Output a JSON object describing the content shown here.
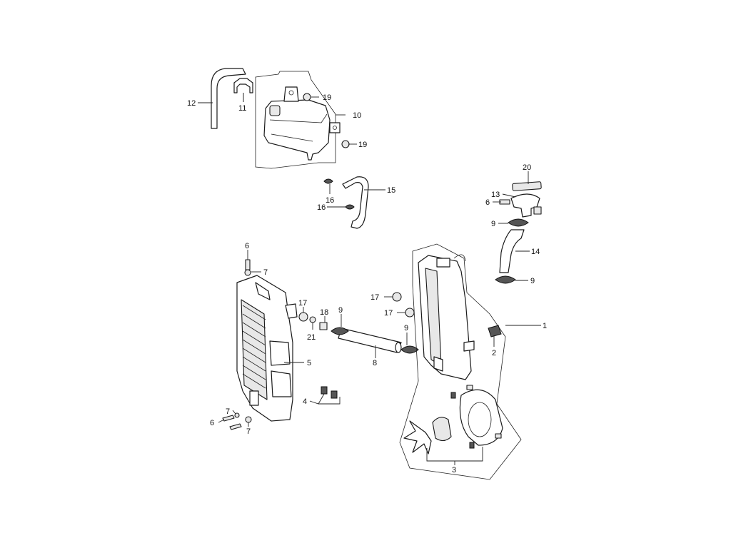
{
  "callouts": [
    {
      "id": "c12",
      "text": "12"
    },
    {
      "id": "c11",
      "text": "11"
    },
    {
      "id": "c19a",
      "text": "19"
    },
    {
      "id": "c10",
      "text": "10"
    },
    {
      "id": "c19b",
      "text": "19"
    },
    {
      "id": "c15",
      "text": "15"
    },
    {
      "id": "c16a",
      "text": "16"
    },
    {
      "id": "c16b",
      "text": "16"
    },
    {
      "id": "c20",
      "text": "20"
    },
    {
      "id": "c13",
      "text": "13"
    },
    {
      "id": "c6a",
      "text": "6"
    },
    {
      "id": "c9a",
      "text": "9"
    },
    {
      "id": "c14",
      "text": "14"
    },
    {
      "id": "c9b",
      "text": "9"
    },
    {
      "id": "c6b",
      "text": "6"
    },
    {
      "id": "c7a",
      "text": "7"
    },
    {
      "id": "c17a",
      "text": "17"
    },
    {
      "id": "c17b",
      "text": "17"
    },
    {
      "id": "c17c",
      "text": "17"
    },
    {
      "id": "c18",
      "text": "18"
    },
    {
      "id": "c9c",
      "text": "9"
    },
    {
      "id": "c9d",
      "text": "9"
    },
    {
      "id": "c21",
      "text": "21"
    },
    {
      "id": "c1",
      "text": "1"
    },
    {
      "id": "c2",
      "text": "2"
    },
    {
      "id": "c5",
      "text": "5"
    },
    {
      "id": "c8",
      "text": "8"
    },
    {
      "id": "c4",
      "text": "4"
    },
    {
      "id": "c7b",
      "text": "7"
    },
    {
      "id": "c6c",
      "text": "6"
    },
    {
      "id": "c7c",
      "text": "7"
    },
    {
      "id": "c3",
      "text": "3"
    }
  ]
}
